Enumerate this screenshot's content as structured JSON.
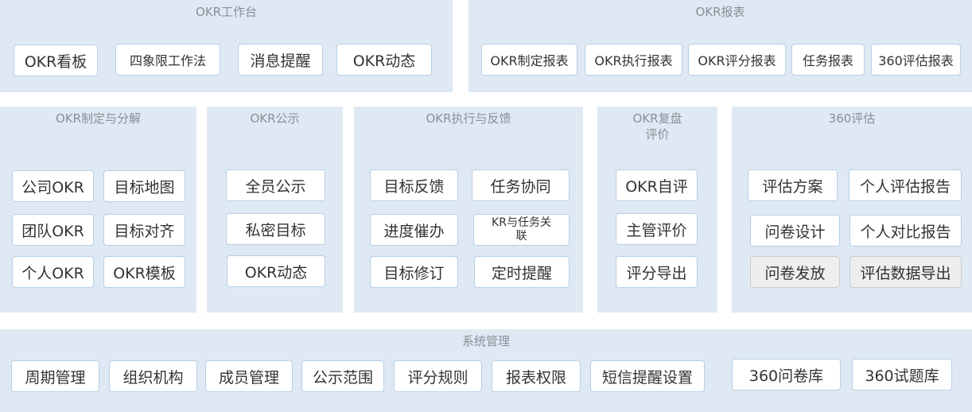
{
  "workbench": {
    "title": "OKR工作台",
    "items": [
      "OKR看板",
      "四象限工作法",
      "消息提醒",
      "OKR动态"
    ]
  },
  "reports": {
    "title": "OKR报表",
    "items": [
      "OKR制定报表",
      "OKR执行报表",
      "OKR评分报表",
      "任务报表",
      "360评估报表"
    ]
  },
  "formulate": {
    "title": "OKR制定与分解",
    "items": [
      "公司OKR",
      "目标地图",
      "团队OKR",
      "目标对齐",
      "个人OKR",
      "OKR模板"
    ]
  },
  "publicity": {
    "title": "OKR公示",
    "items": [
      "全员公示",
      "私密目标",
      "OKR动态"
    ]
  },
  "execution": {
    "title": "OKR执行与反馈",
    "items": [
      "目标反馈",
      "任务协同",
      "进度催办",
      "KR与任务关\n联",
      "目标修订",
      "定时提醒"
    ]
  },
  "review": {
    "title": "OKR复盘\n评价",
    "items": [
      "OKR自评",
      "主管评价",
      "评分导出"
    ]
  },
  "eval360": {
    "title": "360评估",
    "items": [
      "评估方案",
      "个人评估报告",
      "问卷设计",
      "个人对比报告",
      "问卷发放",
      "评估数据导出"
    ]
  },
  "system": {
    "title": "系统管理",
    "items": [
      "周期管理",
      "组织机构",
      "成员管理",
      "公示范围",
      "评分规则",
      "报表权限",
      "短信提醒设置",
      "360问卷库",
      "360试题库"
    ]
  }
}
